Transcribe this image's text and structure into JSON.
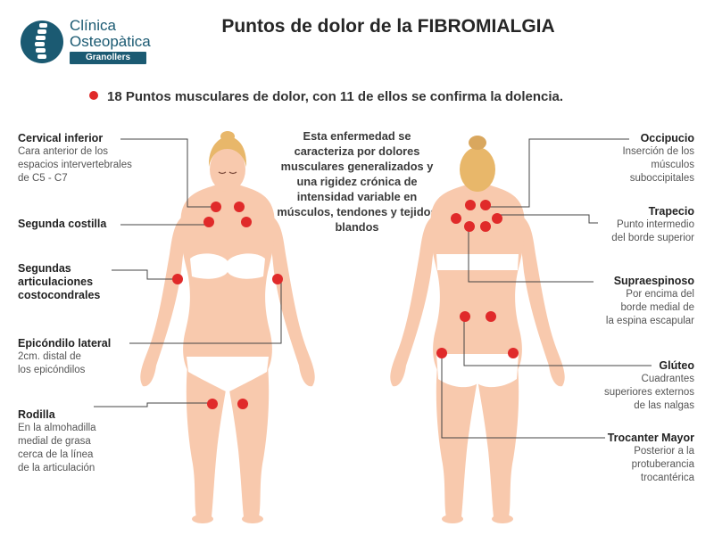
{
  "logo": {
    "line1": "Clínica",
    "line2": "Osteopàtica",
    "badge": "Granollers"
  },
  "title": "Puntos de dolor de la FIBROMIALGIA",
  "subtitle": "18 Puntos musculares de dolor, con 11 de ellos se confirma la dolencia.",
  "description": "Esta enfermedad se caracteriza por dolores musculares generalizados y una rigidez crónica de intensidad variable en músculos, tendones y tejidos blandos",
  "colors": {
    "point": "#e02a2a",
    "skin": "#f8c9ad",
    "hair": "#e8b76a",
    "brand": "#1b5a72",
    "line": "#444444"
  },
  "left_labels": [
    {
      "title": "Cervical inferior",
      "desc": [
        "Cara anterior de los",
        "espacios intervertebrales",
        "de C5 - C7"
      ]
    },
    {
      "title": "Segunda costilla",
      "desc": []
    },
    {
      "title": "Segundas articulaciones costocondrales",
      "desc": []
    },
    {
      "title": "Epicóndilo lateral",
      "desc": [
        "2cm. distal de",
        "los epicóndilos"
      ]
    },
    {
      "title": "Rodilla",
      "desc": [
        "En la almohadilla",
        "medial de grasa",
        "cerca de la línea",
        "de la articulación"
      ]
    }
  ],
  "right_labels": [
    {
      "title": "Occipucio",
      "desc": [
        "Inserción de los",
        "músculos",
        "suboccipitales"
      ]
    },
    {
      "title": "Trapecio",
      "desc": [
        "Punto intermedio",
        "del borde superior"
      ]
    },
    {
      "title": "Supraespinoso",
      "desc": [
        "Por encima del",
        "borde medial de",
        "la espina escapular"
      ]
    },
    {
      "title": "Glúteo",
      "desc": [
        "Cuadrantes",
        "superiores externos",
        "de las nalgas"
      ]
    },
    {
      "title": "Trocanter Mayor",
      "desc": [
        "Posterior a la",
        "protuberancia",
        "trocantérica"
      ]
    }
  ]
}
